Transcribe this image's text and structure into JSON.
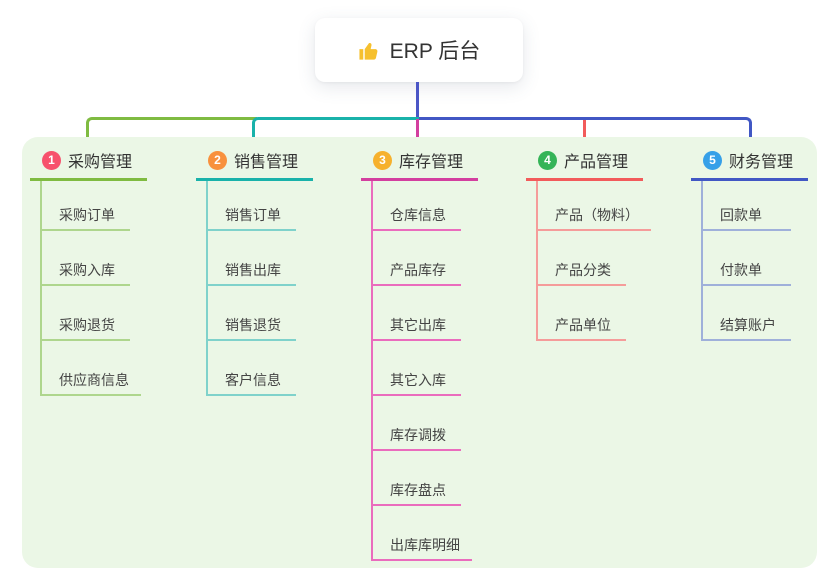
{
  "root": {
    "label": "ERP 后台",
    "icon": "thumbs-up-icon"
  },
  "colors": {
    "canvas_bg": "#ffffff",
    "panel_bg": "#ebf7e6",
    "stem": "#4b56c6",
    "icon_yellow": "#f6c02e",
    "header_text": "#333333",
    "child_text": "#444444"
  },
  "branches": [
    {
      "index": "1",
      "label": "采购管理",
      "badge_color": "#f7516c",
      "line_color": "#7fbb41",
      "light_color": "#aed68d",
      "children": [
        "采购订单",
        "采购入库",
        "采购退货",
        "供应商信息"
      ]
    },
    {
      "index": "2",
      "label": "销售管理",
      "badge_color": "#f8913d",
      "line_color": "#19b2aa",
      "light_color": "#7fd2cb",
      "children": [
        "销售订单",
        "销售出库",
        "销售退货",
        "客户信息"
      ]
    },
    {
      "index": "3",
      "label": "库存管理",
      "badge_color": "#f6b12d",
      "line_color": "#d33f9f",
      "light_color": "#ea6cbd",
      "children": [
        "仓库信息",
        "产品库存",
        "其它出库",
        "其它入库",
        "库存调拨",
        "库存盘点",
        "出库库明细"
      ]
    },
    {
      "index": "4",
      "label": "产品管理",
      "badge_color": "#34b457",
      "line_color": "#f25b5b",
      "light_color": "#f59c9a",
      "children": [
        "产品（物料）",
        "产品分类",
        "产品单位"
      ]
    },
    {
      "index": "5",
      "label": "财务管理",
      "badge_color": "#36a0e8",
      "line_color": "#4157c4",
      "light_color": "#9fb0da",
      "children": [
        "回款单",
        "付款单",
        "结算账户"
      ]
    }
  ]
}
